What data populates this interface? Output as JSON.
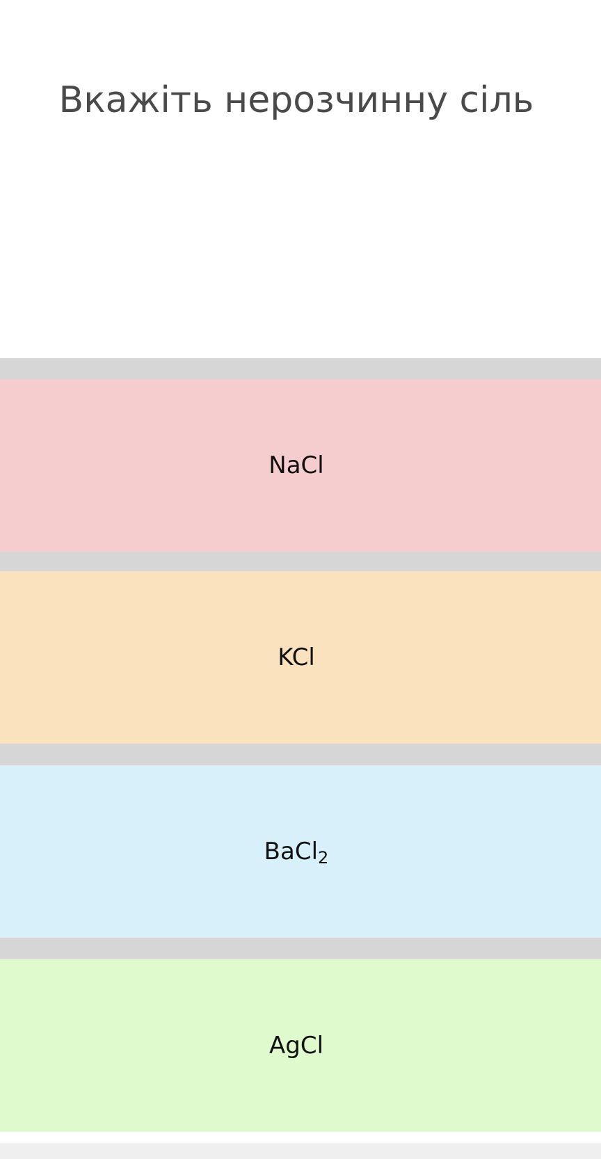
{
  "question": {
    "title": "Вкажіть нерозчинну сіль"
  },
  "answers": [
    {
      "formula": "NaCl",
      "subscript": "",
      "color": "#f6cdcf"
    },
    {
      "formula": "KCl",
      "subscript": "",
      "color": "#fbe2be"
    },
    {
      "formula": "BaCl",
      "subscript": "2",
      "color": "#d8f0fa"
    },
    {
      "formula": "AgCl",
      "subscript": "",
      "color": "#dffbce"
    }
  ],
  "colors": {
    "separator": "#d6d6d6",
    "footer": "#efefef",
    "title_text": "#4a4a4a"
  }
}
